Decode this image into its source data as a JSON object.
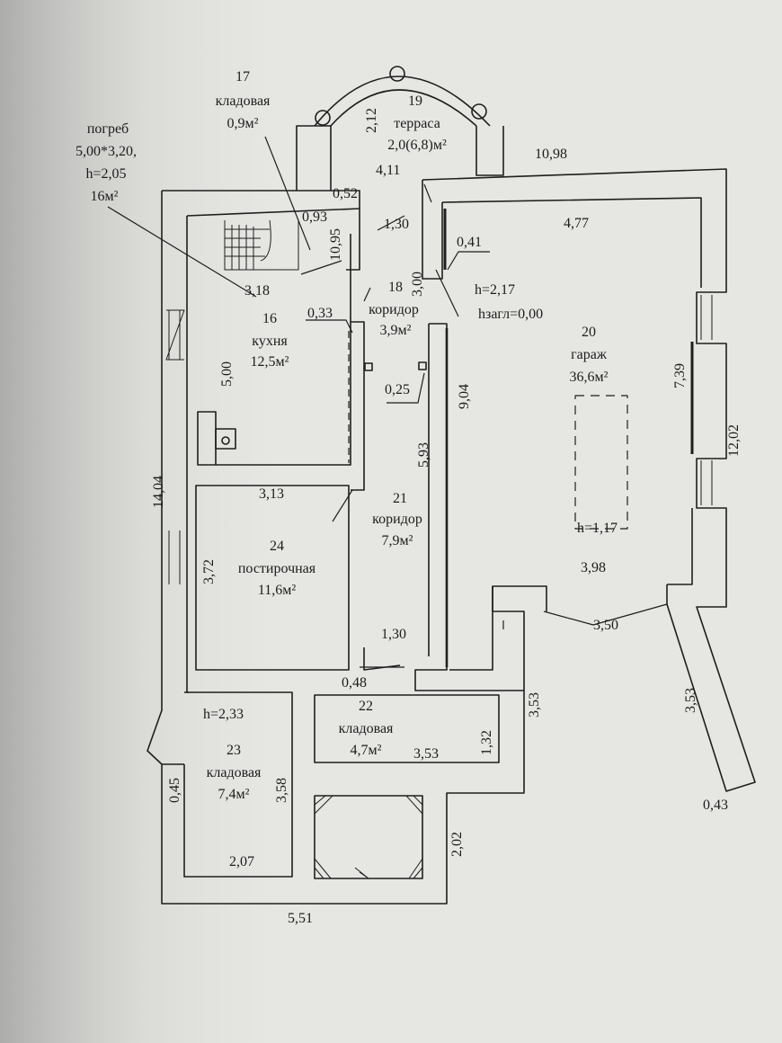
{
  "rooms": {
    "r16": {
      "number": "16",
      "name": "кухня",
      "area": "12,5м²"
    },
    "r17": {
      "number": "17",
      "name": "кладовая",
      "area": "0,9м²"
    },
    "r18": {
      "number": "18",
      "name": "коридор",
      "area": "3,9м²"
    },
    "r19": {
      "number": "19",
      "name": "терраса",
      "area": "2,0(6,8)м²"
    },
    "r20": {
      "number": "20",
      "name": "гараж",
      "area": "36,6м²"
    },
    "r21": {
      "number": "21",
      "name": "коридор",
      "area": "7,9м²"
    },
    "r22": {
      "number": "22",
      "name": "кладовая",
      "area": "4,7м²"
    },
    "r23": {
      "number": "23",
      "name": "кладовая",
      "area": "7,4м²"
    },
    "r24": {
      "number": "24",
      "name": "постирочная",
      "area": "11,6м²"
    }
  },
  "cellar": {
    "name": "погреб",
    "size": "5,00*3,20,",
    "height": "h=2,05",
    "area": "16м²"
  },
  "heights": {
    "garage_h": "h=2,17",
    "garage_hzagl": "hзагл=0,00",
    "pit_h": "h=1,17",
    "pantry23_h": "h=2,33"
  },
  "dims": {
    "d10_98": "10,98",
    "d4_11": "4,11",
    "d0_52": "0,52",
    "d0_93": "0,93",
    "d1_30a": "1,30",
    "d4_77": "4,77",
    "d0_41": "0,41",
    "d3_18": "3,18",
    "d0_33": "0,33",
    "d0_25": "0,25",
    "d3_13": "3,13",
    "d3_98": "3,98",
    "d3_50": "3,50",
    "d1_30b": "1,30",
    "d0_48": "0,48",
    "d3_53a": "3,53",
    "d2_07": "2,07",
    "d5_51": "5,51",
    "d0_43": "0,43",
    "d2_12": "2,12",
    "d10_95": "10,95",
    "d3_00": "3,00",
    "d5_00": "5,00",
    "d9_04": "9,04",
    "d7_39": "7,39",
    "d12_02": "12,02",
    "d5_93": "5,93",
    "d14_04": "14,04",
    "d3_72": "3,72",
    "d3_53b": "3,53",
    "d3_53c": "3,53",
    "d1_32": "1,32",
    "d0_45": "0,45",
    "d3_58": "3,58",
    "d2_02": "2,02"
  }
}
